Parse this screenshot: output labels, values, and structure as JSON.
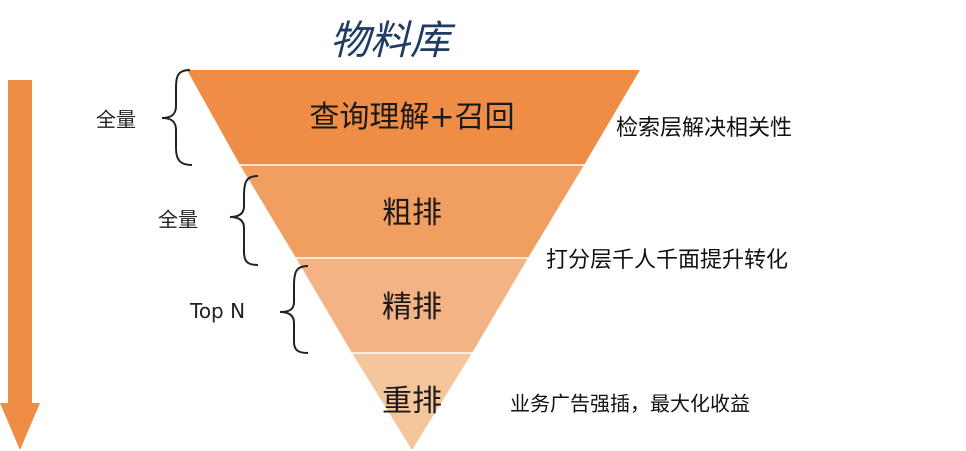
{
  "title": "物料库",
  "funnel": {
    "layers": [
      {
        "label": "查询理解+召回",
        "color": "#ef8c45"
      },
      {
        "label": "粗排",
        "color": "#f19f60"
      },
      {
        "label": "精排",
        "color": "#f3b384"
      },
      {
        "label": "重排",
        "color": "#f5c69c"
      }
    ]
  },
  "side_labels": [
    "全量",
    "全量",
    "Top N"
  ],
  "right_notes": [
    "检索层解决相关性",
    "打分层千人千面提升转化",
    "业务广告强插，最大化收益"
  ],
  "colors": {
    "arrow": "#ef8c45",
    "bracket": "#222222",
    "divider": "#ffffff",
    "title": "#1f3a63"
  }
}
